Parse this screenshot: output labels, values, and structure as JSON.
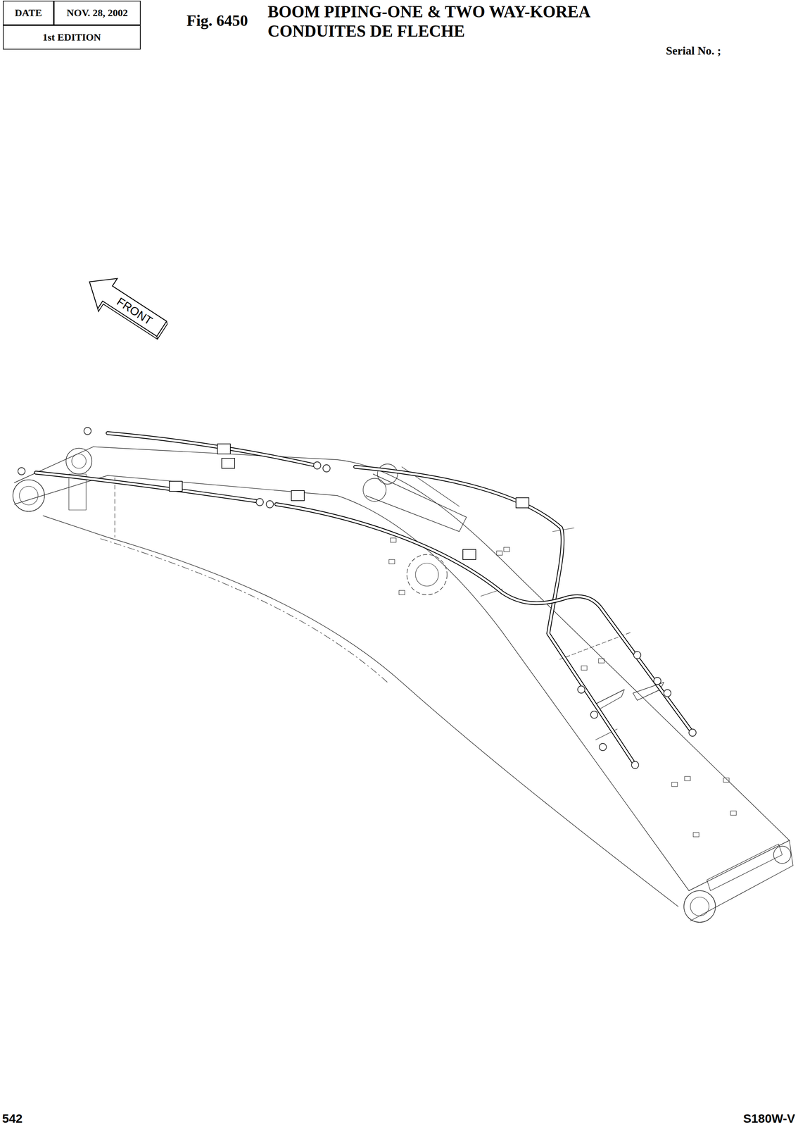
{
  "diagram": {
    "title": "BOOM PIPING-ONE & TWO WAY-KOREA",
    "nodes": [
      {
        "text": [
          "DATE"
        ]
      },
      {
        "text": [
          "NOV. 28, 2002"
        ]
      },
      {
        "text": [
          "1st EDITION"
        ]
      },
      {
        "text": [
          "FRONT"
        ]
      }
    ],
    "labels": [
      "Fig. 6450",
      "CONDUITES DE FLECHE",
      "Serial No. ;",
      "542",
      "S180W-V"
    ]
  }
}
